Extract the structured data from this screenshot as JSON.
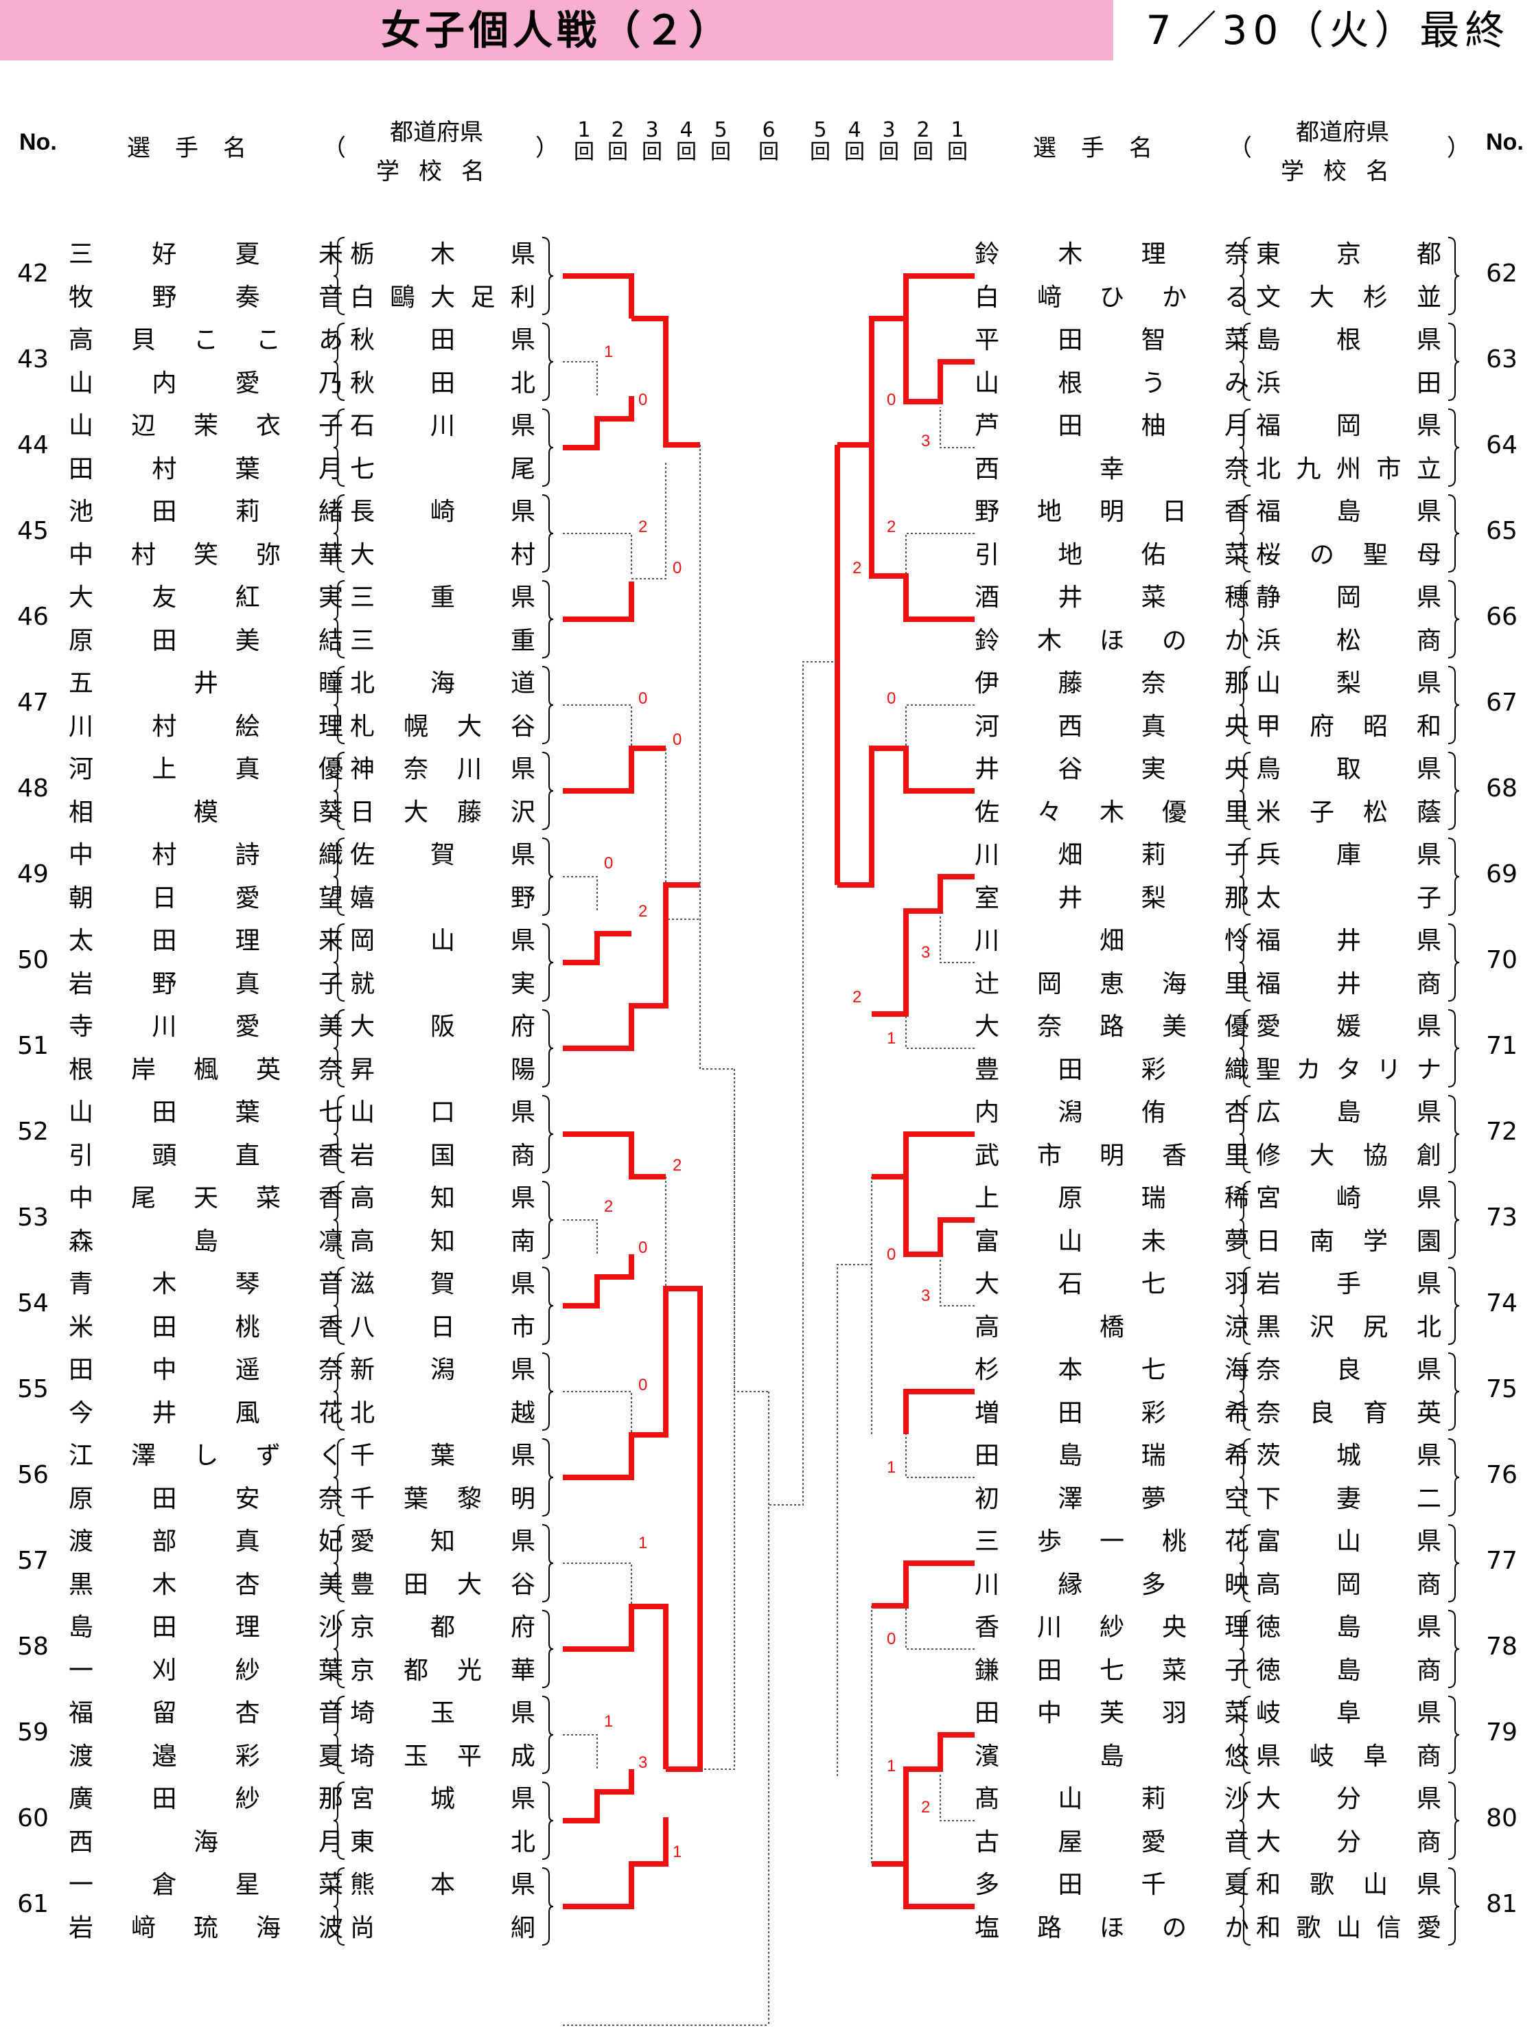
{
  "header": {
    "title": "女子個人戦（２）",
    "date": "7／30（火）最終",
    "no_label": "No.",
    "name_label": "選手名",
    "pref_label": "都道府県",
    "school_label": "学校名",
    "open_paren": "（",
    "close_paren": "）",
    "rounds_left": [
      [
        "1",
        "回"
      ],
      [
        "2",
        "回"
      ],
      [
        "3",
        "回"
      ],
      [
        "4",
        "回"
      ],
      [
        "5",
        "回"
      ]
    ],
    "round_center": [
      "6",
      "回"
    ],
    "rounds_right": [
      [
        "5",
        "回"
      ],
      [
        "4",
        "回"
      ],
      [
        "3",
        "回"
      ],
      [
        "2",
        "回"
      ],
      [
        "1",
        "回"
      ]
    ]
  },
  "left": [
    {
      "no": "42",
      "p1": "三好夏未",
      "s1": "栃木県",
      "p2": "牧野奏音",
      "s2": "白鷗大足利"
    },
    {
      "no": "43",
      "p1": "高貝ここあ",
      "s1": "秋田県",
      "p2": "山内愛乃",
      "s2": "秋田北"
    },
    {
      "no": "44",
      "p1": "山辺茉衣子",
      "s1": "石川県",
      "p2": "田村葉月",
      "s2": "七尾"
    },
    {
      "no": "45",
      "p1": "池田莉緒",
      "s1": "長崎県",
      "p2": "中村笑弥華",
      "s2": "大村"
    },
    {
      "no": "46",
      "p1": "大友紅実",
      "s1": "三重県",
      "p2": "原田美結",
      "s2": "三重"
    },
    {
      "no": "47",
      "p1": "五井瞳",
      "s1": "北海道",
      "p2": "川村絵理",
      "s2": "札幌大谷"
    },
    {
      "no": "48",
      "p1": "河上真優",
      "s1": "神奈川県",
      "p2": "相模葵",
      "s2": "日大藤沢"
    },
    {
      "no": "49",
      "p1": "中村詩織",
      "s1": "佐賀県",
      "p2": "朝日愛望",
      "s2": "嬉野"
    },
    {
      "no": "50",
      "p1": "太田理来",
      "s1": "岡山県",
      "p2": "岩野真子",
      "s2": "就実"
    },
    {
      "no": "51",
      "p1": "寺川愛美",
      "s1": "大阪府",
      "p2": "根岸楓英奈",
      "s2": "昇陽"
    },
    {
      "no": "52",
      "p1": "山田葉七",
      "s1": "山口県",
      "p2": "引頭直香",
      "s2": "岩国商"
    },
    {
      "no": "53",
      "p1": "中尾天菜香",
      "s1": "高知県",
      "p2": "森島凛",
      "s2": "高知南"
    },
    {
      "no": "54",
      "p1": "青木琴音",
      "s1": "滋賀県",
      "p2": "米田桃香",
      "s2": "八日市"
    },
    {
      "no": "55",
      "p1": "田中遥奈",
      "s1": "新潟県",
      "p2": "今井風花",
      "s2": "北越"
    },
    {
      "no": "56",
      "p1": "江澤しずく",
      "s1": "千葉県",
      "p2": "原田安奈",
      "s2": "千葉黎明"
    },
    {
      "no": "57",
      "p1": "渡部真妃",
      "s1": "愛知県",
      "p2": "黒木杏美",
      "s2": "豊田大谷"
    },
    {
      "no": "58",
      "p1": "島田理沙",
      "s1": "京都府",
      "p2": "一刈紗葉",
      "s2": "京都光華"
    },
    {
      "no": "59",
      "p1": "福留杏音",
      "s1": "埼玉県",
      "p2": "渡邉彩夏",
      "s2": "埼玉平成"
    },
    {
      "no": "60",
      "p1": "廣田紗那",
      "s1": "宮城県",
      "p2": "西海月",
      "s2": "東北"
    },
    {
      "no": "61",
      "p1": "一倉星菜",
      "s1": "熊本県",
      "p2": "岩﨑琉海波",
      "s2": "尚絅"
    }
  ],
  "right": [
    {
      "no": "62",
      "p1": "鈴木理奈",
      "s1": "東京都",
      "p2": "白﨑ひかる",
      "s2": "文大杉並"
    },
    {
      "no": "63",
      "p1": "平田智菜",
      "s1": "島根県",
      "p2": "山根うみ",
      "s2": "浜田"
    },
    {
      "no": "64",
      "p1": "芦田柚月",
      "s1": "福岡県",
      "p2": "西幸奈",
      "s2": "北九州市立"
    },
    {
      "no": "65",
      "p1": "野地明日香",
      "s1": "福島県",
      "p2": "引地佑菜",
      "s2": "桜の聖母"
    },
    {
      "no": "66",
      "p1": "酒井菜穂",
      "s1": "静岡県",
      "p2": "鈴木ほのか",
      "s2": "浜松商"
    },
    {
      "no": "67",
      "p1": "伊藤奈那",
      "s1": "山梨県",
      "p2": "河西真央",
      "s2": "甲府昭和"
    },
    {
      "no": "68",
      "p1": "井谷実央",
      "s1": "鳥取県",
      "p2": "佐々木優里",
      "s2": "米子松蔭"
    },
    {
      "no": "69",
      "p1": "川畑莉子",
      "s1": "兵庫県",
      "p2": "室井梨那",
      "s2": "太子"
    },
    {
      "no": "70",
      "p1": "川畑怜",
      "s1": "福井県",
      "p2": "辻岡恵海里",
      "s2": "福井商"
    },
    {
      "no": "71",
      "p1": "大奈路美優",
      "s1": "愛媛県",
      "p2": "豊田彩織",
      "s2": "聖カタリナ"
    },
    {
      "no": "72",
      "p1": "内潟侑杏",
      "s1": "広島県",
      "p2": "武市明香里",
      "s2": "修大協創"
    },
    {
      "no": "73",
      "p1": "上原瑞稀",
      "s1": "宮崎県",
      "p2": "富山未夢",
      "s2": "日南学園"
    },
    {
      "no": "74",
      "p1": "大石七羽",
      "s1": "岩手県",
      "p2": "高橋涼",
      "s2": "黒沢尻北"
    },
    {
      "no": "75",
      "p1": "杉本七海",
      "s1": "奈良県",
      "p2": "増田彩希",
      "s2": "奈良育英"
    },
    {
      "no": "76",
      "p1": "田島瑞希",
      "s1": "茨城県",
      "p2": "初澤夢空",
      "s2": "下妻二"
    },
    {
      "no": "77",
      "p1": "三歩一桃花",
      "s1": "富山県",
      "p2": "川縁多映",
      "s2": "高岡商"
    },
    {
      "no": "78",
      "p1": "香川紗央理",
      "s1": "徳島県",
      "p2": "鎌田七菜子",
      "s2": "徳島商"
    },
    {
      "no": "79",
      "p1": "田中芙羽菜",
      "s1": "岐阜県",
      "p2": "濱島悠",
      "s2": "県岐阜商"
    },
    {
      "no": "80",
      "p1": "髙山莉沙",
      "s1": "大分県",
      "p2": "古屋愛音",
      "s2": "大分商"
    },
    {
      "no": "81",
      "p1": "多田千夏",
      "s1": "和歌山県",
      "p2": "塩路ほのか",
      "s2": "和歌山信愛"
    }
  ],
  "scores": {
    "left": [
      {
        "v": "1"
      },
      {
        "v": "0"
      },
      {
        "v": "2"
      },
      {
        "v": "0"
      },
      {
        "v": "0"
      },
      {
        "v": "0"
      },
      {
        "v": "0"
      },
      {
        "v": "2"
      },
      {
        "v": "2"
      },
      {
        "v": "2"
      },
      {
        "v": "0"
      },
      {
        "v": "0"
      },
      {
        "v": "1"
      },
      {
        "v": "1"
      },
      {
        "v": "3"
      },
      {
        "v": "1"
      }
    ],
    "right": [
      {
        "v": "0"
      },
      {
        "v": "3"
      },
      {
        "v": "2"
      },
      {
        "v": "2"
      },
      {
        "v": "0"
      },
      {
        "v": "3"
      },
      {
        "v": "2"
      },
      {
        "v": "1"
      },
      {
        "v": "0"
      },
      {
        "v": "3"
      },
      {
        "v": "1"
      },
      {
        "v": "0"
      },
      {
        "v": "1"
      },
      {
        "v": "2"
      }
    ]
  },
  "colors": {
    "winner_line": "#ee1111",
    "loser_line": "#555555",
    "title_bg": "#f7afd0",
    "score_text": "#ee1111"
  }
}
